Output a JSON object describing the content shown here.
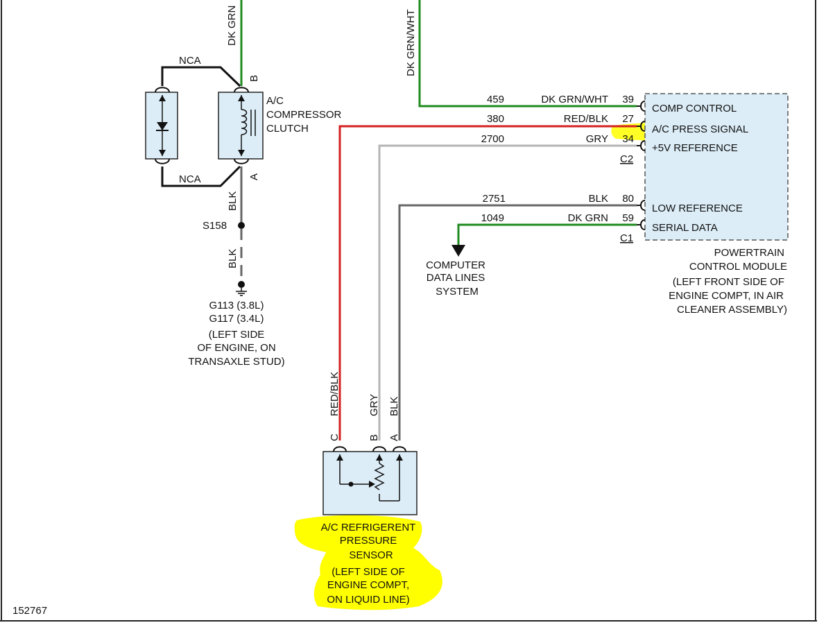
{
  "figure_id": "152767",
  "colors": {
    "green": "#1f8a1f",
    "red": "#d42020",
    "gray": "#b4b4b4",
    "dark_gray": "#666666",
    "black": "#111111",
    "component_fill": "#dcedf7",
    "highlight": "#ffff00"
  },
  "compressor": {
    "wire_top_color": "DK GRN",
    "pin_top": "B",
    "pin_bottom": "A",
    "nca_top": "NCA",
    "nca_bottom": "NCA",
    "name_lines": [
      "A/C",
      "COMPRESSOR",
      "CLUTCH"
    ],
    "wire_bottom_color_1": "BLK",
    "wire_bottom_color_2": "BLK",
    "splice": "S158",
    "ground_lines": [
      "G113 (3.8L)",
      "G117 (3.4L)"
    ],
    "location_lines": [
      "(LEFT SIDE",
      "OF ENGINE, ON",
      "TRANSAXLE STUD)"
    ]
  },
  "pcm": {
    "circuits": [
      {
        "circuit": "459",
        "color": "DK GRN/WHT",
        "pin": "39",
        "function": "COMP CONTROL"
      },
      {
        "circuit": "380",
        "color": "RED/BLK",
        "pin": "27",
        "function": "A/C PRESS SIGNAL"
      },
      {
        "circuit": "2700",
        "color": "GRY",
        "pin": "34",
        "function": "+5V REFERENCE"
      },
      {
        "circuit": "2751",
        "color": "BLK",
        "pin": "80",
        "function": "LOW REFERENCE"
      },
      {
        "circuit": "1049",
        "color": "DK GRN",
        "pin": "59",
        "function": "SERIAL DATA"
      }
    ],
    "connector_c2": "C2",
    "connector_c1": "C1",
    "vertical_wire_label": "DK GRN/WHT",
    "name_lines": [
      "POWERTRAIN",
      "CONTROL MODULE",
      "(LEFT FRONT SIDE OF",
      "ENGINE COMPT, IN AIR",
      "CLEANER ASSEMBLY)"
    ]
  },
  "data_lines": {
    "label_lines": [
      "COMPUTER",
      "DATA LINES",
      "SYSTEM"
    ]
  },
  "sensor": {
    "wires": [
      {
        "color": "RED/BLK",
        "pin": "C"
      },
      {
        "color": "GRY",
        "pin": "B"
      },
      {
        "color": "BLK",
        "pin": "A"
      }
    ],
    "name_lines": [
      "A/C REFRIGERENT",
      "PRESSURE",
      "SENSOR"
    ],
    "location_lines": [
      "(LEFT SIDE OF",
      "ENGINE COMPT,",
      "ON LIQUID LINE)"
    ]
  }
}
